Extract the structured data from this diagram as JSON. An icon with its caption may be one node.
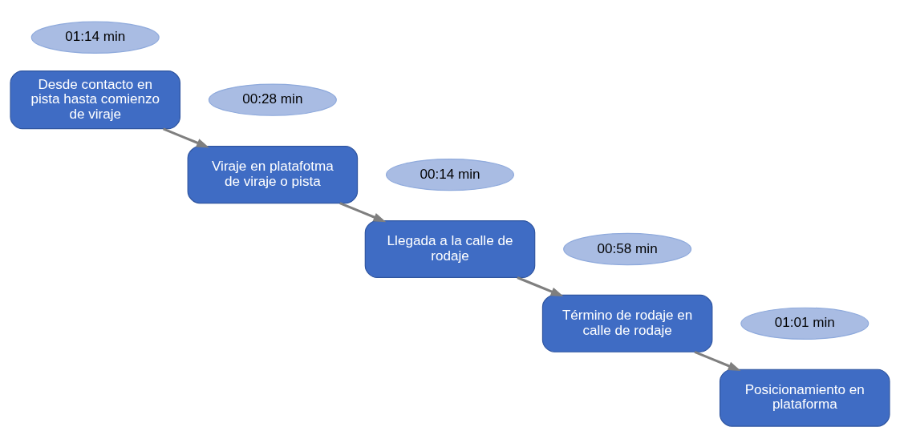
{
  "diagram": {
    "nodes": [
      {
        "text": [
          "01:14 min"
        ]
      },
      {
        "text": [
          "Desde contacto en pista hasta comienzo de viraje"
        ]
      },
      {
        "text": [
          "00:28 min"
        ]
      },
      {
        "text": [
          "Viraje en platafotma de viraje o pista"
        ]
      },
      {
        "text": [
          "00:14 min"
        ]
      },
      {
        "text": [
          "Llegada a la calle de rodaje"
        ]
      },
      {
        "text": [
          "00:58 min"
        ]
      },
      {
        "text": [
          "Término de rodaje en calle de rodaje"
        ]
      },
      {
        "text": [
          "01:01 min"
        ]
      },
      {
        "text": [
          "Posicionamiento en plataforma"
        ]
      }
    ],
    "edges": [
      {
        "from": 1,
        "to": 3,
        "arrow": "to"
      },
      {
        "from": 3,
        "to": 5,
        "arrow": "to"
      },
      {
        "from": 5,
        "to": 7,
        "arrow": "to"
      },
      {
        "from": 7,
        "to": 9,
        "arrow": "to"
      }
    ]
  }
}
